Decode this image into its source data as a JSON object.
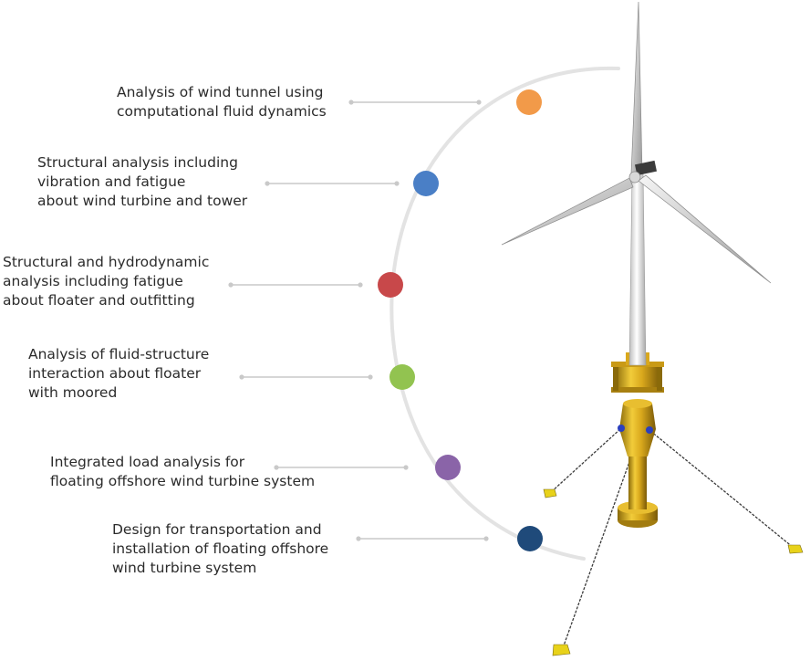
{
  "items": [
    {
      "lines": [
        "Analysis of wind tunnel using",
        "computational fluid dynamics"
      ],
      "color": "#f29a49"
    },
    {
      "lines": [
        "Structural analysis including",
        "vibration and fatigue",
        "about wind turbine and tower"
      ],
      "color": "#4a7fc6"
    },
    {
      "lines": [
        "Structural and hydrodynamic",
        "analysis including fatigue",
        "about floater and outfitting"
      ],
      "color": "#c8484a"
    },
    {
      "lines": [
        "Analysis of fluid-structure",
        "interaction about floater",
        "with moored"
      ],
      "color": "#92c350"
    },
    {
      "lines": [
        "Integrated load analysis for",
        "floating offshore wind turbine system"
      ],
      "color": "#8a64a8"
    },
    {
      "lines": [
        "Design for transportation and",
        "installation of floating offshore",
        "wind turbine system"
      ],
      "color": "#1f4a7a"
    }
  ],
  "colors": {
    "arc": "#e3e3e3",
    "connector": "#c9c9c9",
    "floater": "#d9a81c",
    "tower": "#e9e9e9",
    "mooring": "#3a3a3a"
  }
}
